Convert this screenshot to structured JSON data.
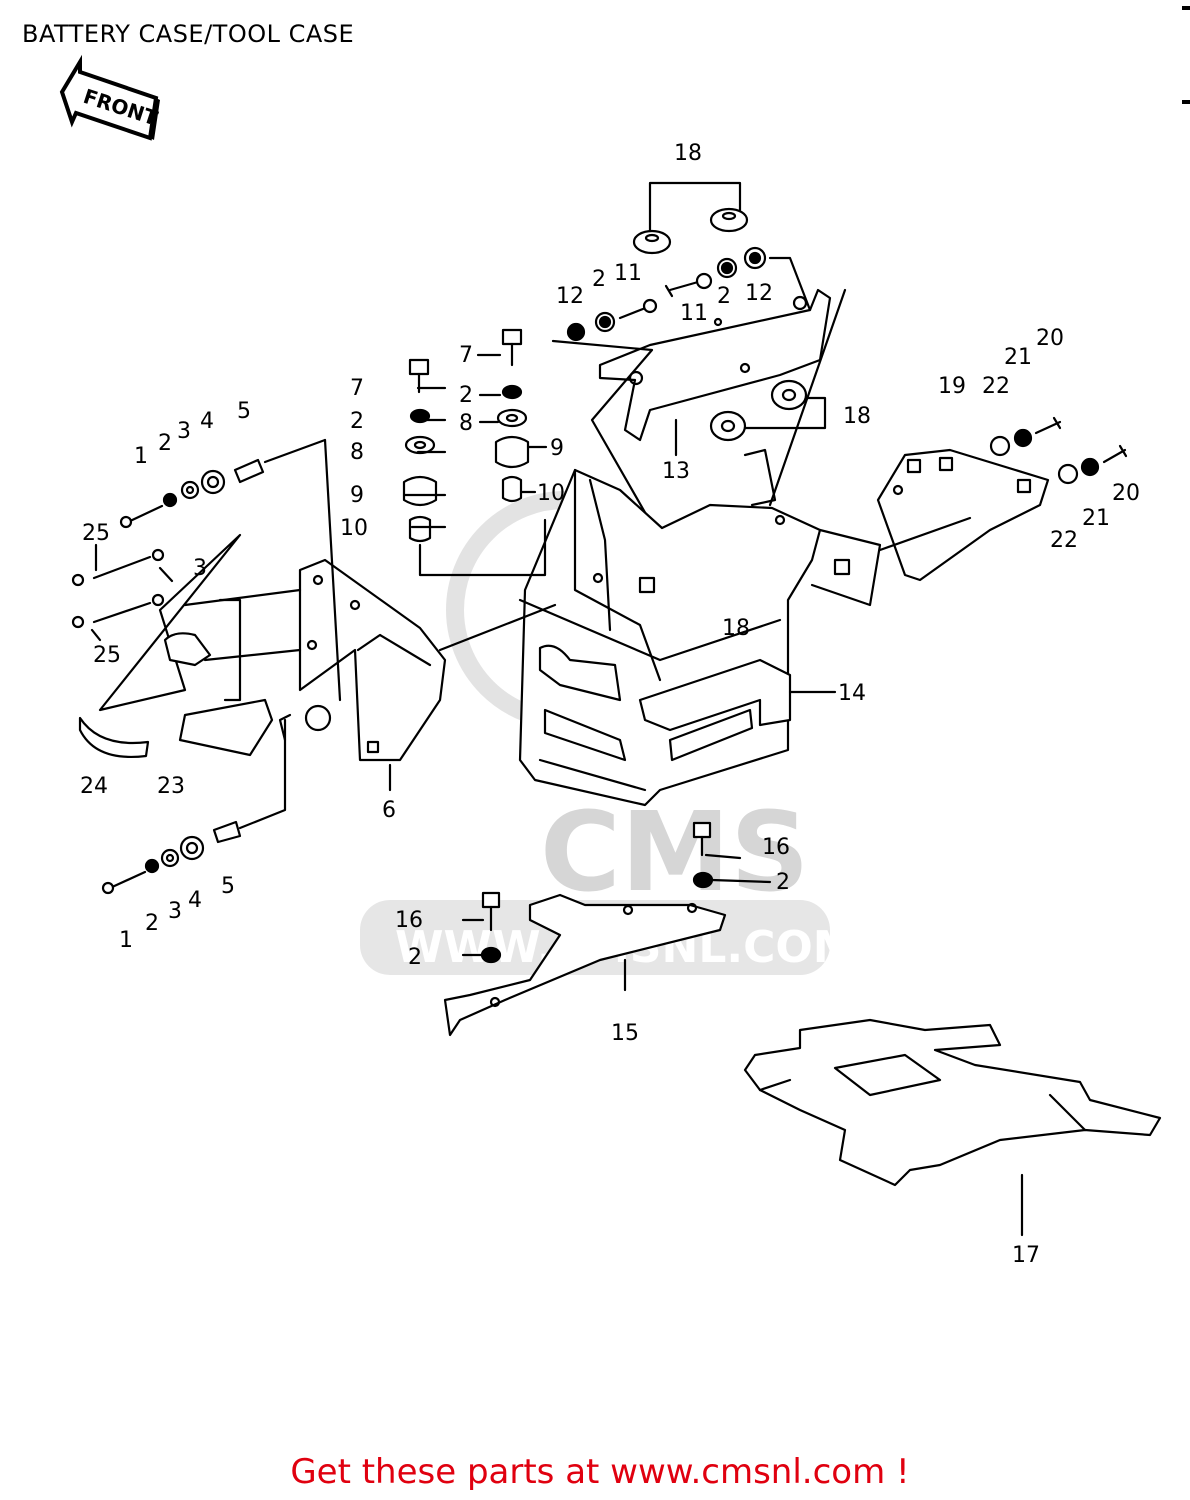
{
  "header": {
    "title": "BATTERY CASE/TOOL CASE"
  },
  "front_arrow": {
    "label": "FRONT"
  },
  "watermark": {
    "brand": "CMS",
    "url": "WWW.CMSNL.COM"
  },
  "callouts": {
    "c1a": "1",
    "c2a": "2",
    "c3a": "3",
    "c4a": "4",
    "c5a": "5",
    "c25a": "25",
    "c3b": "3",
    "c25b": "25",
    "c24": "24",
    "c23": "23",
    "c1b": "1",
    "c2b": "2",
    "c3c": "3",
    "c4b": "4",
    "c5b": "5",
    "c7a": "7",
    "c2c": "2",
    "c8a": "8",
    "c9a": "9",
    "c10a": "10",
    "c7b": "7",
    "c2d": "2",
    "c8b": "8",
    "c9b": "9",
    "c10b": "10",
    "c6": "6",
    "c12a": "12",
    "c2e": "2",
    "c11a": "11",
    "c11b": "11",
    "c2f": "2",
    "c12b": "12",
    "c18a": "18",
    "c18b": "18",
    "c18c": "18",
    "c13": "13",
    "c14": "14",
    "c19": "19",
    "c22a": "22",
    "c21a": "21",
    "c20a": "20",
    "c20b": "20",
    "c21b": "21",
    "c22b": "22",
    "c16a": "16",
    "c2g": "2",
    "c16b": "16",
    "c2h": "2",
    "c15": "15",
    "c17": "17"
  },
  "footer": {
    "promo": "Get these parts at www.cmsnl.com !"
  }
}
